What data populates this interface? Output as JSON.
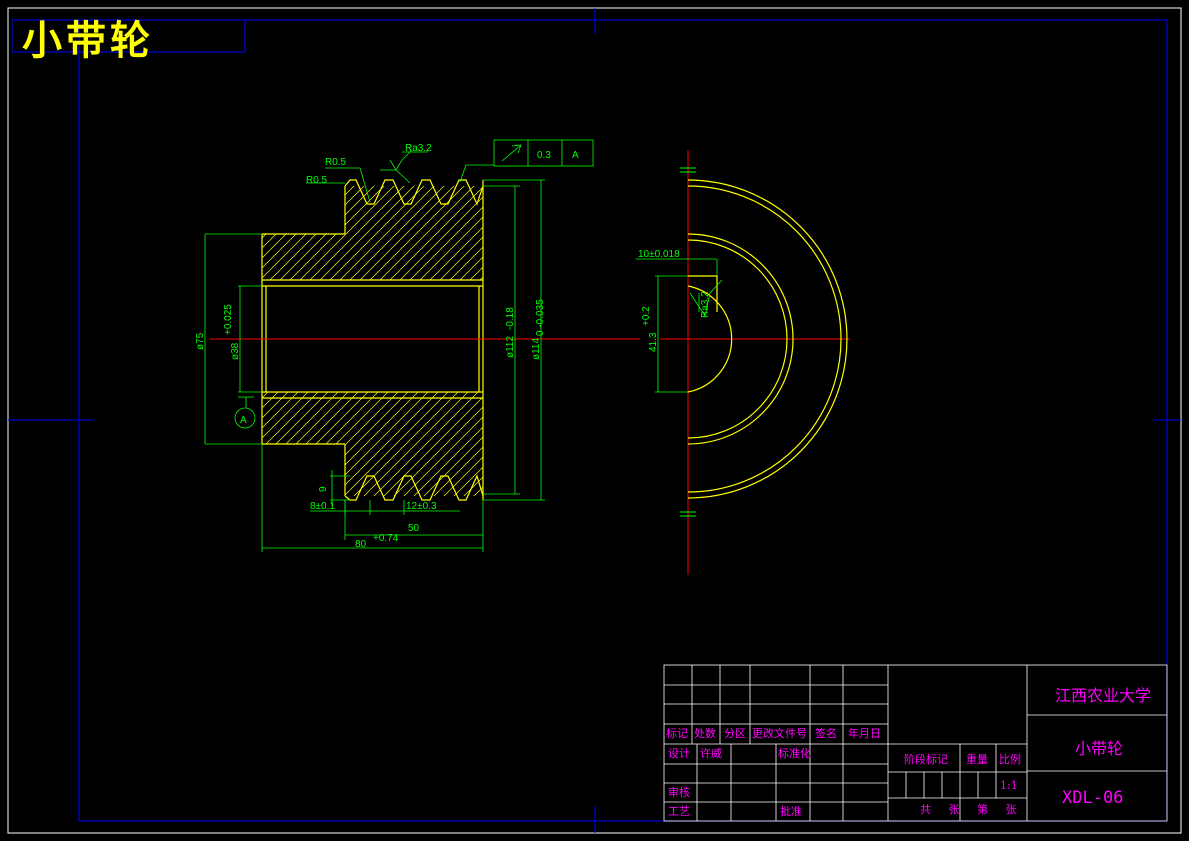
{
  "drawing": {
    "title": "小带轮",
    "colors": {
      "background": "#000000",
      "frame": "#0000ff",
      "outline": "#ffff00",
      "dimension": "#00ff00",
      "centerline": "#ff0000",
      "titleblock_lines": "#ffffff",
      "titleblock_text": "#ff00ff"
    }
  },
  "annotations": {
    "radius_1": "R0.5",
    "radius_2": "R0.5",
    "roughness_top": "Ra3.2",
    "roughness_keyway": "Ra3.2",
    "runout_value": "0.3",
    "datum_ref": "A",
    "datum_label": "A"
  },
  "dimensions": {
    "d75": "ø75",
    "d38": "ø38",
    "d38_tol": "+0.025",
    "d112": "ø112",
    "d112_tol": "-0.18",
    "d114": "ø114",
    "d114_tol": "0 -0.035",
    "groove_depth": "9",
    "first_groove": "8±0.1",
    "pitch": "12±0.3",
    "length_50": "50",
    "length_80": "80",
    "length_80_tol": "+0.74",
    "key_width": "10±0.018",
    "key_depth": "41.3",
    "key_depth_tol": "+0.2"
  },
  "titleblock": {
    "school": "江西农业大学",
    "part_name": "小带轮",
    "drawing_no": "XDL-06",
    "h_mark": "标记",
    "h_count": "处数",
    "h_zone": "分区",
    "h_change": "更改文件号",
    "h_sign": "签名",
    "h_date": "年月日",
    "designer_label": "设计",
    "designer_name": "许威",
    "standardize": "标准化",
    "stage_mark": "阶段标记",
    "weight": "重量",
    "scale_label": "比例",
    "scale_value": "1:1",
    "review": "审核",
    "craft": "工艺",
    "approve": "批准",
    "sheets": "共 张 第 张"
  }
}
